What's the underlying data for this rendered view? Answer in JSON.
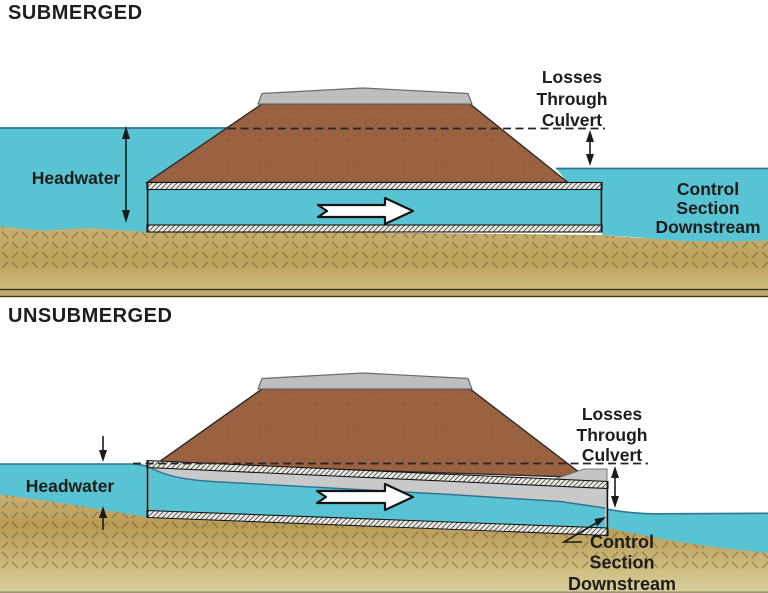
{
  "figure": {
    "name": "culvert-flow-conditions-diagram",
    "panels": [
      {
        "id": "submerged",
        "title": "SUBMERGED",
        "headwater_label": "Headwater",
        "losses_lines": [
          "Losses",
          "Through",
          "Culvert"
        ],
        "control_lines": [
          "Control",
          "Section",
          "Downstream"
        ]
      },
      {
        "id": "unsubmerged",
        "title": "UNSUBMERGED",
        "headwater_label": "Headwater",
        "losses_lines": [
          "Losses",
          "Through",
          "Culvert"
        ],
        "control_lines": [
          "Control",
          "Section",
          "Downstream"
        ]
      }
    ]
  },
  "colors": {
    "water": "#58c4d3",
    "water_surface_line": "#2f7490",
    "embankment_fill": "#9a6240",
    "roadway_gray": "#bdbebf",
    "culvert_air_gray": "#c9c9c9",
    "culvert_band_bg": "#edeae4",
    "ground_top": "#c9b477",
    "ground_mid": "#b89a54",
    "ground_bottom": "#d8cf9e",
    "text": "#1f1c1b",
    "divider_tan": "#c0aa6a"
  }
}
